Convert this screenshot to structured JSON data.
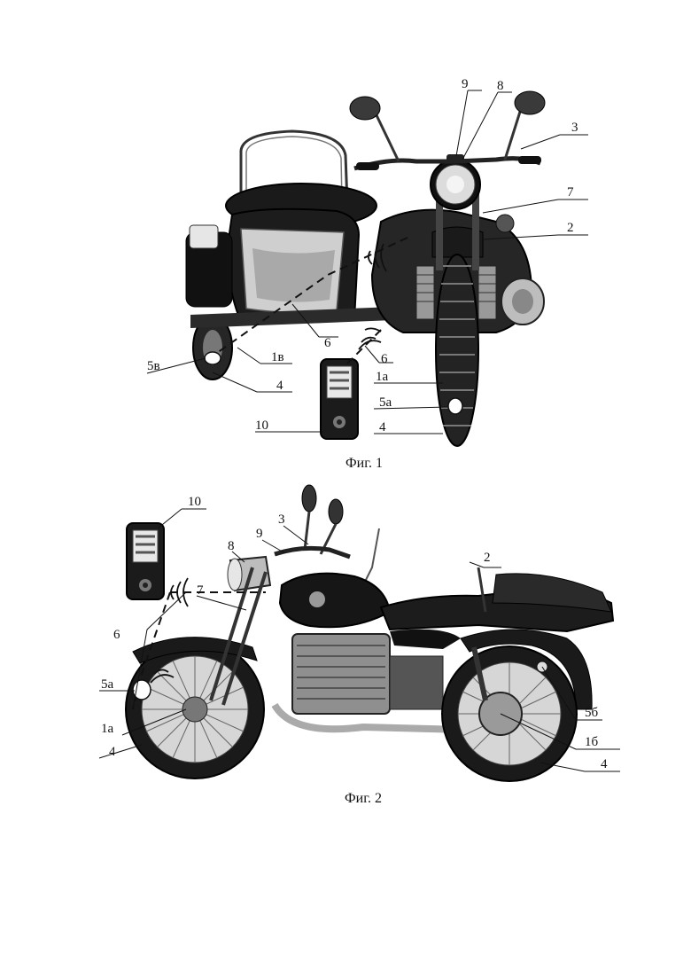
{
  "figure1": {
    "caption": "Фиг. 1",
    "labels": {
      "l9": "9",
      "l8": "8",
      "l3": "3",
      "l7": "7",
      "l2": "2",
      "l6a": "6",
      "l6b": "6",
      "l5v": "5в",
      "l1v": "1в",
      "l4a": "4",
      "l1a": "1а",
      "l5a": "5а",
      "l10": "10",
      "l4b": "4"
    }
  },
  "figure2": {
    "caption": "Фиг. 2",
    "labels": {
      "l10": "10",
      "l3": "3",
      "l9": "9",
      "l8": "8",
      "l2": "2",
      "l7": "7",
      "l6": "6",
      "l5a": "5а",
      "l1a": "1а",
      "l4a": "4",
      "l5b": "5б",
      "l1b": "1б",
      "l4b": "4"
    }
  }
}
